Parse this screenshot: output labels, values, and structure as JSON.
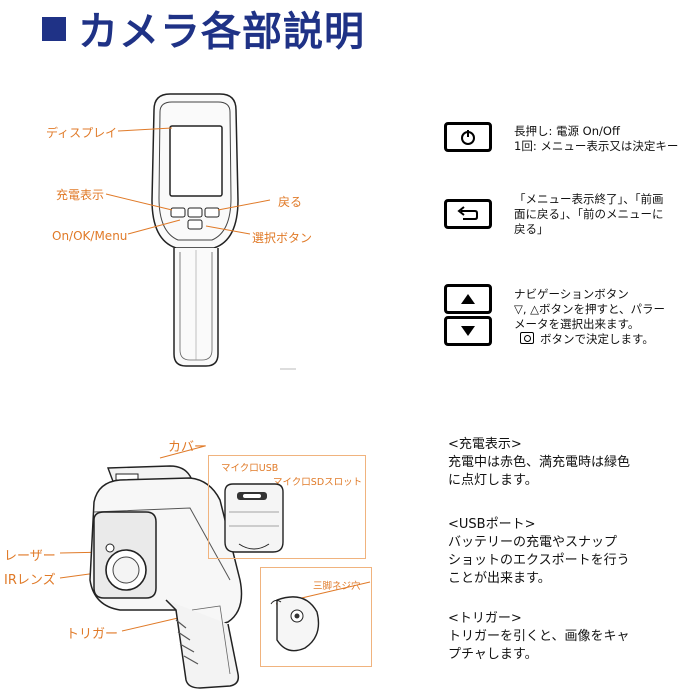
{
  "title": "カメラ各部説明",
  "front": {
    "labels": {
      "display": "ディスプレイ",
      "charge": "充電表示",
      "power": "On/OK/Menu",
      "back": "戻る",
      "select": "選択ボタン"
    }
  },
  "buttons": {
    "power": {
      "line1": "長押し: 電源 On/Off",
      "line2": "1回: メニュー表示又は決定キー"
    },
    "back": {
      "line1": "「メニュー表示終了」、「前画",
      "line2": "面に戻る」、「前のメニューに",
      "line3": "戻る」"
    },
    "nav": {
      "line1": "ナビゲーションボタン",
      "line2": "▽, △ボタンを押すと、パラー",
      "line3": "メータを選択出来ます。",
      "line4": "ボタンで決定します。"
    }
  },
  "side": {
    "labels": {
      "cover": "カバー",
      "laser": "レーザー",
      "ir_lens": "IRレンズ",
      "trigger": "トリガー",
      "micro_usb": "マイク口USB",
      "sd_slot": "マイク口SDスロット",
      "tripod": "三脚ネジ穴"
    }
  },
  "info": {
    "charge": {
      "heading": "<充電表示>",
      "line1": "充電中は赤色、満充電時は緑色",
      "line2": "に点灯します。"
    },
    "usb": {
      "heading": "<USBポート>",
      "line1": "バッテリーの充電やスナップ",
      "line2": "ショットのエクスポートを行う",
      "line3": "ことが出来ます。"
    },
    "trigger": {
      "heading": "<トリガー>",
      "line1": "トリガーを引くと、画像をキャ",
      "line2": "プチャします。"
    }
  }
}
